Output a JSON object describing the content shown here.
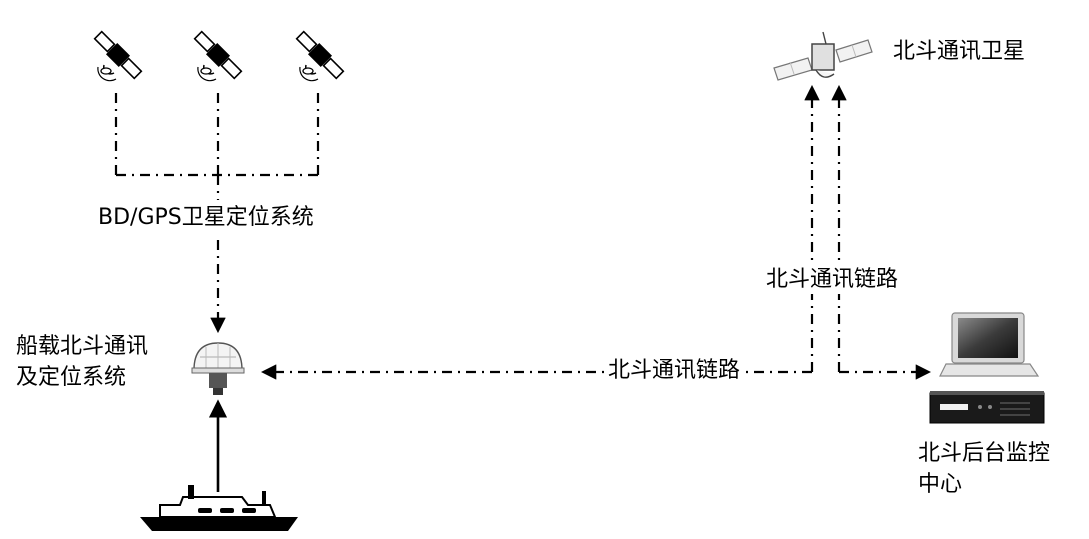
{
  "labels": {
    "beidou_satellite": "北斗通讯卫星",
    "positioning_system": "BD/GPS卫星定位系统",
    "link_vertical": "北斗通讯链路",
    "link_horizontal": "北斗通讯链路",
    "ship_system_line1": "船载北斗通讯",
    "ship_system_line2": "及定位系统",
    "monitoring_center_line1": "北斗后台监控",
    "monitoring_center_line2": "中心"
  },
  "icons": {
    "positioning_satellite": "satellite-icon",
    "beidou_satellite": "communication-satellite-icon",
    "antenna": "dome-antenna-icon",
    "ship": "ship-icon",
    "laptop": "laptop-icon",
    "server": "rack-server-icon"
  },
  "colors": {
    "line": "#000000",
    "background": "#ffffff"
  }
}
